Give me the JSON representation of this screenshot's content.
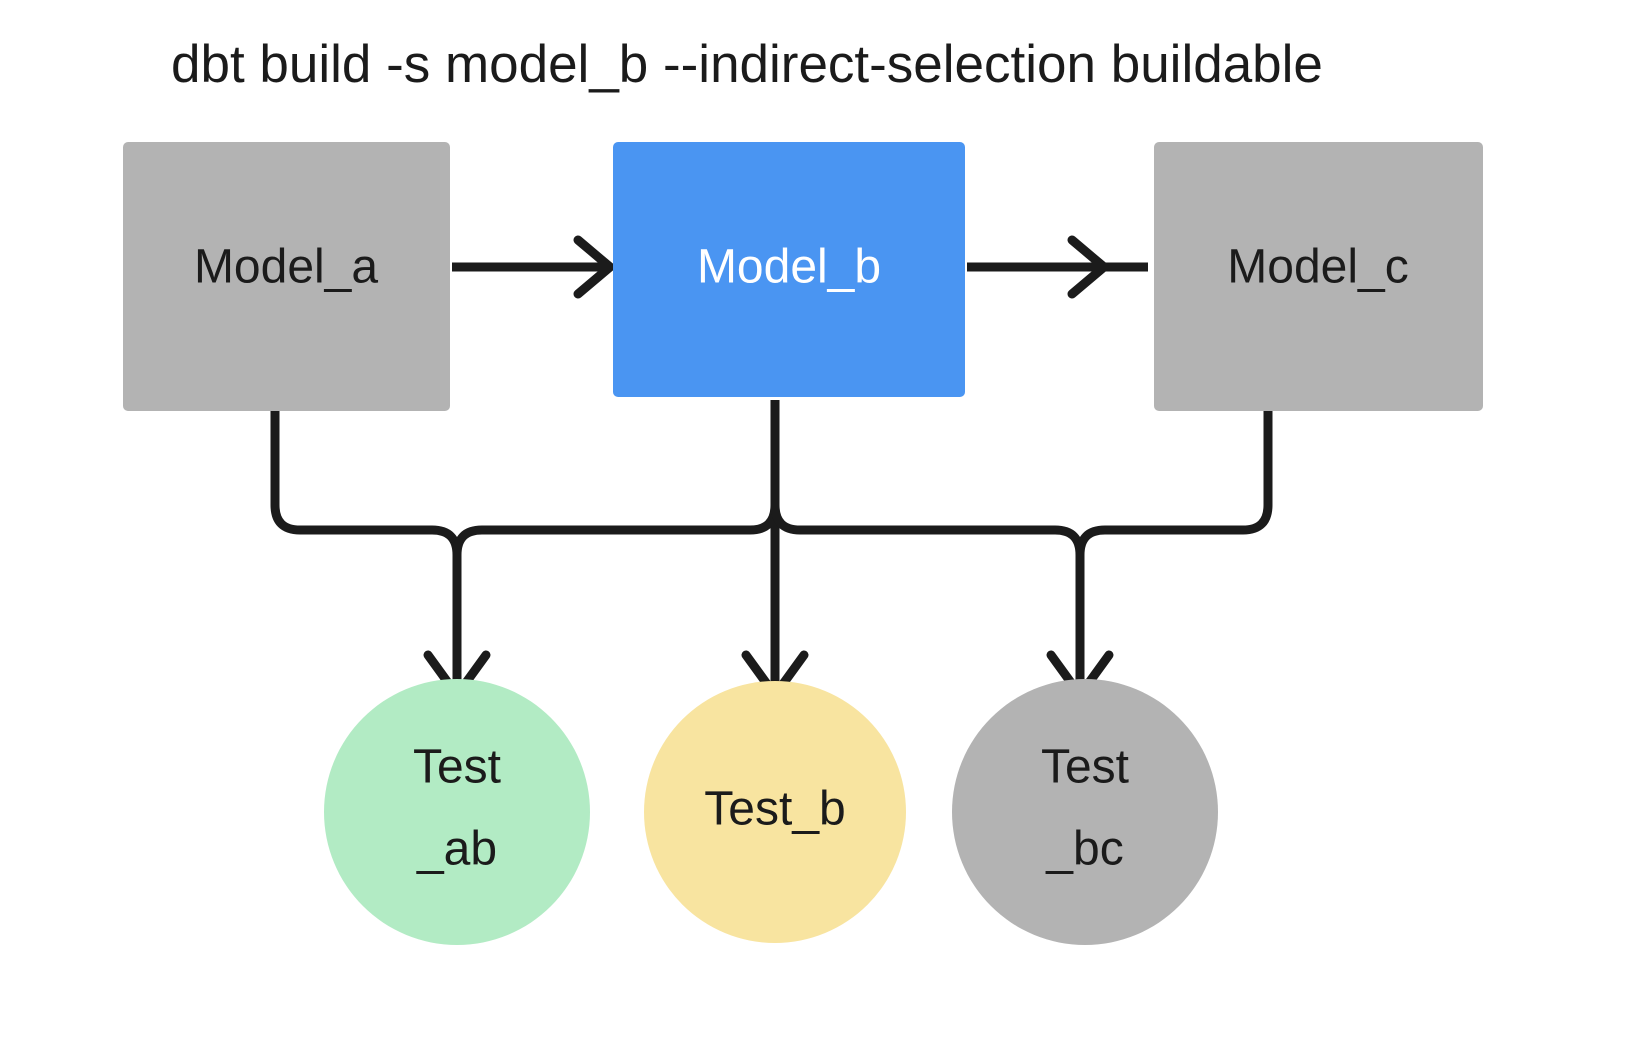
{
  "diagram": {
    "title": "dbt build -s model_b --indirect-selection buildable",
    "background": "#ffffff",
    "edge_color": "#1b1b1b",
    "colors": {
      "gray": "#b3b3b3",
      "blue": "#4a95f2",
      "green": "#b2ebc4",
      "yellow": "#f8e4a0",
      "text_dark": "#1b1b1b",
      "text_light": "#ffffff"
    },
    "models": [
      {
        "id": "model_a",
        "label": "Model_a",
        "shape": "rectangle",
        "fill": "#b3b3b3",
        "text_color": "#1b1b1b",
        "selected": false
      },
      {
        "id": "model_b",
        "label": "Model_b",
        "shape": "rectangle",
        "fill": "#4a95f2",
        "text_color": "#ffffff",
        "selected": true
      },
      {
        "id": "model_c",
        "label": "Model_c",
        "shape": "rectangle",
        "fill": "#b3b3b3",
        "text_color": "#1b1b1b",
        "selected": false
      }
    ],
    "tests": [
      {
        "id": "test_ab",
        "label_line1": "Test",
        "label_line2": "_ab",
        "shape": "circle",
        "fill": "#b2ebc4",
        "text_color": "#1b1b1b",
        "status": "buildable"
      },
      {
        "id": "test_b",
        "label_line1": "Test_b",
        "label_line2": "",
        "shape": "circle",
        "fill": "#f8e4a0",
        "text_color": "#1b1b1b",
        "status": "selected"
      },
      {
        "id": "test_bc",
        "label_line1": "Test",
        "label_line2": "_bc",
        "shape": "circle",
        "fill": "#b3b3b3",
        "text_color": "#1b1b1b",
        "status": "excluded"
      }
    ],
    "edges": [
      {
        "id": "model_a-to-model_b",
        "from": "model_a",
        "to": "model_b",
        "style": "straight-right"
      },
      {
        "id": "model_b-to-model_c",
        "from": "model_b",
        "to": "model_c",
        "style": "straight-right"
      },
      {
        "id": "model_a-to-test_ab",
        "from": "model_a",
        "to": "test_ab",
        "style": "elbow-down"
      },
      {
        "id": "model_b-to-test_ab",
        "from": "model_b",
        "to": "test_ab",
        "style": "elbow-down"
      },
      {
        "id": "model_b-to-test_b",
        "from": "model_b",
        "to": "test_b",
        "style": "straight-down"
      },
      {
        "id": "model_b-to-test_bc",
        "from": "model_b",
        "to": "test_bc",
        "style": "elbow-down"
      },
      {
        "id": "model_c-to-test_bc",
        "from": "model_c",
        "to": "test_bc",
        "style": "elbow-down"
      }
    ]
  }
}
